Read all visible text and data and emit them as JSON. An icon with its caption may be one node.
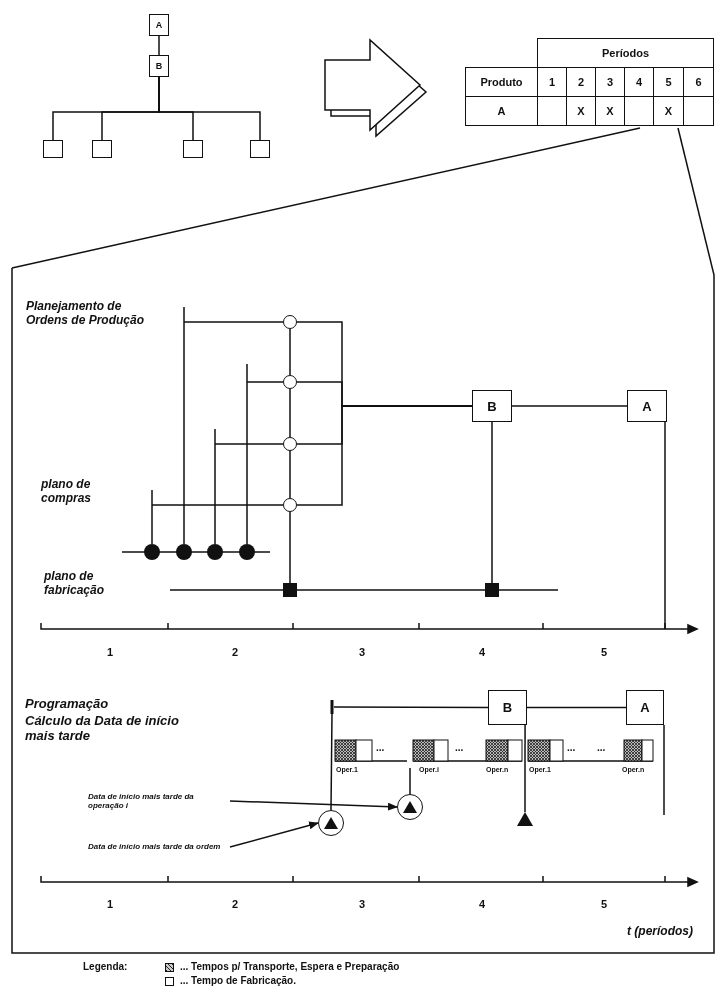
{
  "diagram": {
    "nodes": [
      {
        "text": [
          "A"
        ]
      },
      {
        "text": [
          "B"
        ]
      },
      {
        "text": [],
        "shape": "box"
      },
      {
        "text": [],
        "shape": "box"
      },
      {
        "text": [],
        "shape": "box"
      },
      {
        "text": [],
        "shape": "box"
      },
      {
        "text": [],
        "shape": "circle"
      },
      {
        "text": [],
        "shape": "circle"
      },
      {
        "text": [],
        "shape": "circle"
      },
      {
        "text": [],
        "shape": "circle"
      },
      {
        "text": [
          "B"
        ]
      },
      {
        "text": [
          "A"
        ]
      },
      {
        "text": [],
        "shape": "circle"
      },
      {
        "text": [],
        "shape": "circle"
      },
      {
        "text": [],
        "shape": "circle"
      },
      {
        "text": [],
        "shape": "circle"
      },
      {
        "text": [],
        "shape": "box"
      },
      {
        "text": [],
        "shape": "box"
      },
      {
        "text": [
          "B"
        ]
      },
      {
        "text": [
          "A"
        ]
      },
      {
        "text": [
          "Data de início mais tarde da operação i"
        ]
      },
      {
        "text": [],
        "shape": "circle"
      },
      {
        "text": [],
        "shape": "circle"
      },
      {
        "text": [
          "Data de início mais tarde da ordem"
        ]
      },
      {
        "text": [],
        "shape": "triangle"
      }
    ],
    "edges": [
      {
        "from": 0,
        "to": 1,
        "arrow": "none"
      },
      {
        "from": 1,
        "to": 2,
        "arrow": "none"
      },
      {
        "from": 1,
        "to": 3,
        "arrow": "none"
      },
      {
        "from": 1,
        "to": 4,
        "arrow": "none"
      },
      {
        "from": 1,
        "to": 5,
        "arrow": "none"
      },
      {
        "from": 12,
        "to": 9,
        "arrow": "none"
      },
      {
        "from": 13,
        "to": 6,
        "arrow": "none"
      },
      {
        "from": 14,
        "to": 8,
        "arrow": "none"
      },
      {
        "from": 15,
        "to": 7,
        "arrow": "none"
      },
      {
        "from": 6,
        "to": 7,
        "arrow": "none"
      },
      {
        "from": 7,
        "to": 8,
        "arrow": "none"
      },
      {
        "from": 8,
        "to": 9,
        "arrow": "none"
      },
      {
        "from": 9,
        "to": 16,
        "arrow": "none"
      },
      {
        "from": 6,
        "to": 10,
        "arrow": "none"
      },
      {
        "from": 7,
        "to": 10,
        "arrow": "none"
      },
      {
        "from": 8,
        "to": 10,
        "arrow": "none"
      },
      {
        "from": 9,
        "to": 10,
        "arrow": "none"
      },
      {
        "from": 10,
        "to": 11,
        "arrow": "none"
      },
      {
        "from": 10,
        "to": 17,
        "arrow": "none"
      },
      {
        "from": 11,
        "to": null,
        "arrow": "none"
      },
      {
        "from": null,
        "to": 18,
        "arrow": "none"
      },
      {
        "from": 18,
        "to": 19,
        "arrow": "none"
      },
      {
        "from": null,
        "to": 21,
        "arrow": "none"
      },
      {
        "from": null,
        "to": 22,
        "arrow": "none"
      },
      {
        "from": 18,
        "to": 24,
        "arrow": "none"
      },
      {
        "from": 19,
        "to": null,
        "arrow": "none"
      },
      {
        "from": 20,
        "to": 22,
        "arrow": "to"
      },
      {
        "from": 23,
        "to": 21,
        "arrow": "to"
      }
    ],
    "labels": [
      "Períodos",
      "Produto",
      "1",
      "2",
      "3",
      "4",
      "5",
      "6",
      "A",
      "X",
      "X",
      "X",
      "Planejamento de Ordens de Produção",
      "plano de compras",
      "plano de fabricação",
      "1",
      "2",
      "3",
      "4",
      "5",
      "Programação",
      "Cálculo da Data de início mais tarde",
      "...",
      "...",
      "...",
      "...",
      "Oper.1",
      "Oper.i",
      "Oper.n",
      "Oper.1",
      "Oper.n",
      "1",
      "2",
      "3",
      "4",
      "5",
      "t (períodos)",
      "Legenda:"
    ],
    "legend": [
      {
        "text": "... Tempos p/ Transporte, Espera e Preparação"
      },
      {
        "text": "... Tempo de Fabricação."
      }
    ]
  }
}
